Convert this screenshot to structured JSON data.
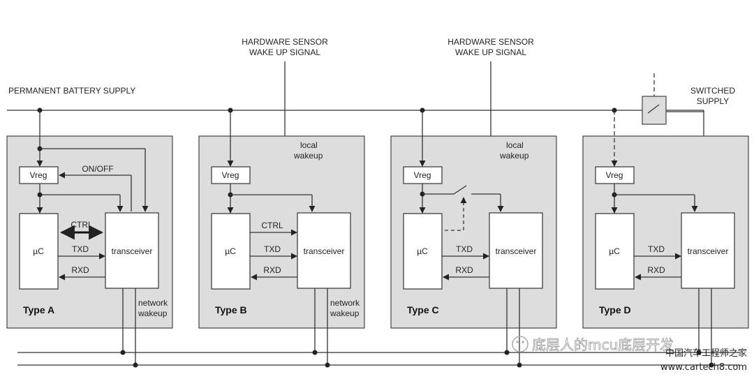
{
  "top_labels": {
    "permanent_battery_supply": "PERMANENT BATTERY SUPPLY",
    "hw_sensor_1_line1": "HARDWARE SENSOR",
    "hw_sensor_1_line2": "WAKE UP SIGNAL",
    "hw_sensor_2_line1": "HARDWARE SENSOR",
    "hw_sensor_2_line2": "WAKE UP SIGNAL",
    "switched_supply_line1": "SWITCHED",
    "switched_supply_line2": "SUPPLY"
  },
  "type_a": {
    "title": "Type A",
    "vreg": "Vreg",
    "uc": "µC",
    "transceiver": "transceiver",
    "on_off": "ON/OFF",
    "ctrl": "CTRL",
    "txd": "TXD",
    "rxd": "RXD",
    "wakeup_line1": "network",
    "wakeup_line2": "wakeup"
  },
  "type_b": {
    "title": "Type B",
    "vreg": "Vreg",
    "uc": "µC",
    "transceiver": "transceiver",
    "ctrl": "CTRL",
    "txd": "TXD",
    "rxd": "RXD",
    "local_line1": "local",
    "local_line2": "wakeup",
    "wakeup_line1": "network",
    "wakeup_line2": "wakeup"
  },
  "type_c": {
    "title": "Type C",
    "vreg": "Vreg",
    "uc": "µC",
    "transceiver": "transceiver",
    "txd": "TXD",
    "rxd": "RXD",
    "local_line1": "local",
    "local_line2": "wakeup"
  },
  "type_d": {
    "title": "Type D",
    "vreg": "Vreg",
    "uc": "µC",
    "transceiver": "transceiver",
    "txd": "TXD",
    "rxd": "RXD"
  },
  "watermark": {
    "text": "底层人的mcu底层开发",
    "site_line1": "中国汽车工程师之家",
    "site_line2": "www.cartech8.com"
  },
  "colors": {
    "module_fill": "#dddddd",
    "line": "#222222",
    "box_fill": "#ffffff"
  }
}
